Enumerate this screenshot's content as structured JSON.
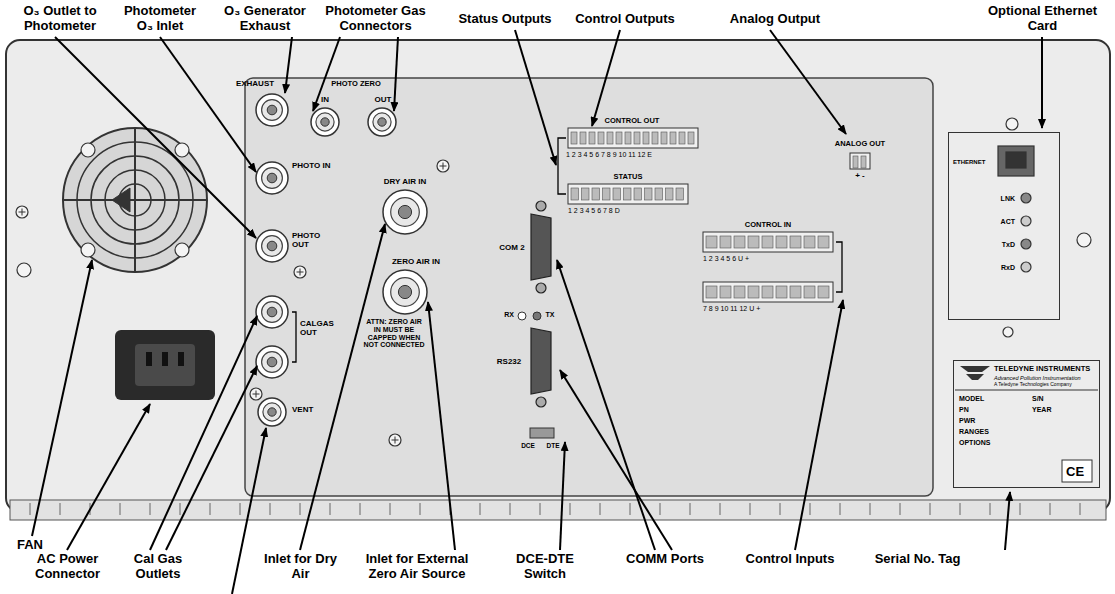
{
  "diagram": {
    "nodes": [
      {
        "text": [
          "ETHERNET",
          "LNK",
          "ACT",
          "TxD",
          "RxD"
        ]
      },
      {
        "text": [
          "TELEDYNE INSTRUMENTS",
          "Advanced Pollution Instrumentation",
          "A Teledyne Technologies Company",
          "MODEL",
          "S/N",
          "PN",
          "YEAR",
          "PWR",
          "RANGES",
          "OPTIONS",
          "CE"
        ]
      }
    ],
    "labels": [
      "O₃ Outlet to Photometer",
      "Photometer O₃ Inlet",
      "O₃ Generator Exhaust",
      "Photometer Gas Connectors",
      "Status Outputs",
      "Control Outputs",
      "Analog Output",
      "Optional Ethernet Card",
      "FAN",
      "AC Power Connector",
      "Cal Gas Outlets",
      "Inlet for Dry Air",
      "Inlet for External Zero Air Source",
      "DCE-DTE Switch",
      "COMM Ports",
      "Control Inputs",
      "Serial No. Tag",
      "EXHAUST",
      "PHOTO ZERO",
      "IN",
      "OUT",
      "PHOTO IN",
      "PHOTO OUT",
      "DRY AIR IN",
      "ZERO AIR IN",
      "ATTN: ZERO AIR IN MUST BE CAPPED WHEN NOT CONNECTED",
      "CALGAS OUT",
      "VENT",
      "CONTROL OUT",
      "1 2 3 4 5 6 7 8 9 10 11 12 E",
      "STATUS",
      "1 2 3 4 5 6 7 8 D",
      "COM 2",
      "RX",
      "TX",
      "RS232",
      "DCE",
      "DTE",
      "ANALOG OUT",
      "+ -",
      "CONTROL IN",
      "1 2 3 4 5 6 U +",
      "7 8 9 10 11 12 U +"
    ]
  }
}
